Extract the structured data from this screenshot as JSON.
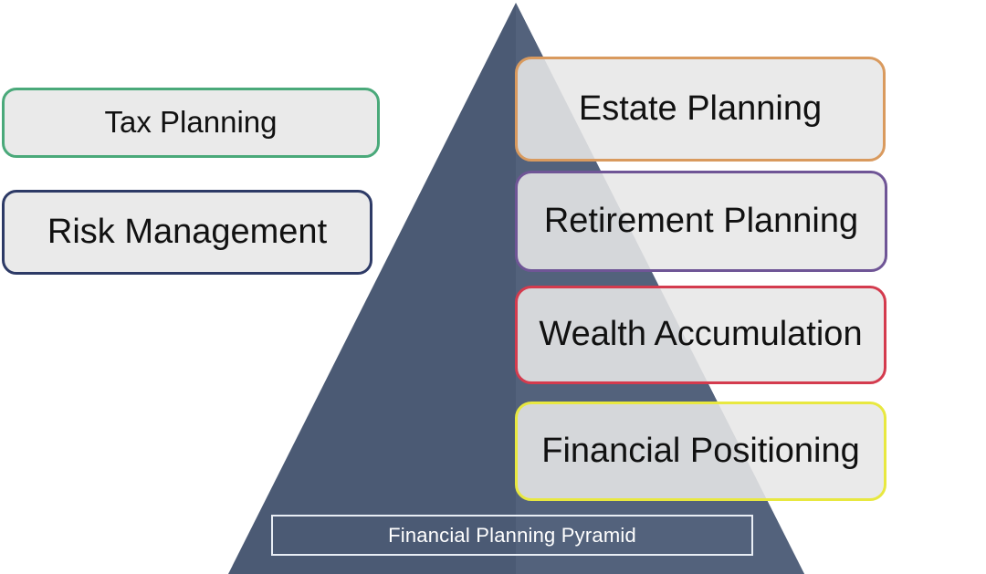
{
  "diagram": {
    "title": "Financial Planning Pyramid",
    "pyramid": {
      "label": "Financial Planning Pyramid",
      "fill_color": "#4b5a74",
      "highlight_color": "#55657f",
      "label_text_color": "#ffffff",
      "label_border_color": "#e9eef5"
    },
    "side_boxes": [
      {
        "id": "tax-planning",
        "label": "Tax Planning",
        "border_color": "#4aa97a",
        "fill_color": "#e7e7e7"
      },
      {
        "id": "risk-management",
        "label": "Risk Management",
        "border_color": "#2d3a66",
        "fill_color": "#e7e7e7"
      }
    ],
    "level_boxes": [
      {
        "id": "estate-planning",
        "label": "Estate Planning",
        "border_color": "#d99a5e",
        "fill_color": "#e7e7e7",
        "level": 4
      },
      {
        "id": "retirement-planning",
        "label": "Retirement Planning",
        "border_color": "#6f5596",
        "fill_color": "#e7e7e7",
        "level": 3
      },
      {
        "id": "wealth-accumulation",
        "label": "Wealth Accumulation",
        "border_color": "#d43b4e",
        "fill_color": "#e7e7e7",
        "level": 2
      },
      {
        "id": "financial-positioning",
        "label": "Financial Positioning",
        "border_color": "#e8e840",
        "fill_color": "#e7e7e7",
        "level": 1
      }
    ],
    "background_color": "#ffffff"
  }
}
